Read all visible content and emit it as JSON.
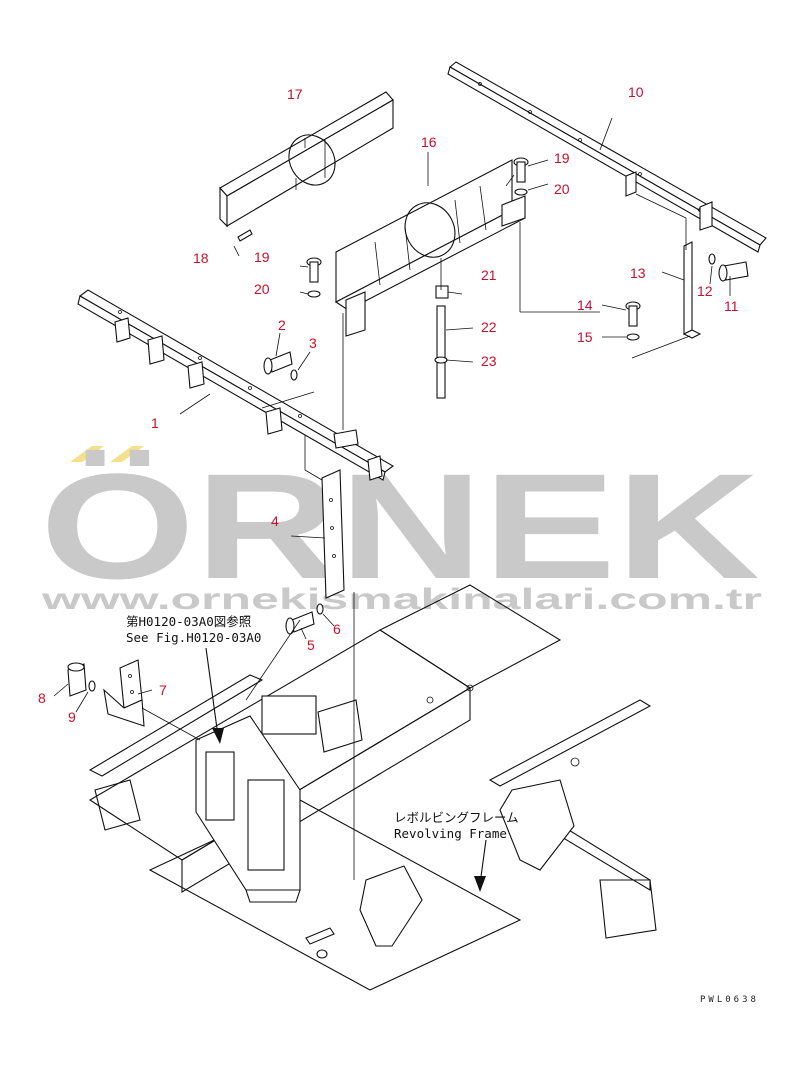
{
  "colors": {
    "callout": "#c8102e",
    "line": "#111111",
    "watermark": "#c9c9c9",
    "watermark_accent": "#f2e08a"
  },
  "watermark": {
    "brand": "ÖRNEK",
    "url": "www.ornekismakinalari.com.tr"
  },
  "notes": {
    "fig_ref_jp": "第H0120-03A0図参照",
    "fig_ref_en": "See Fig.H0120-03A0",
    "frame_jp": "レボルビングフレーム",
    "frame_en": "Revolving Frame"
  },
  "drawing_code": "PWL0638",
  "callouts": [
    "1",
    "2",
    "3",
    "4",
    "5",
    "6",
    "7",
    "8",
    "9",
    "10",
    "11",
    "12",
    "13",
    "14",
    "15",
    "16",
    "17",
    "18",
    "19",
    "19",
    "20",
    "20",
    "21",
    "22",
    "23"
  ]
}
